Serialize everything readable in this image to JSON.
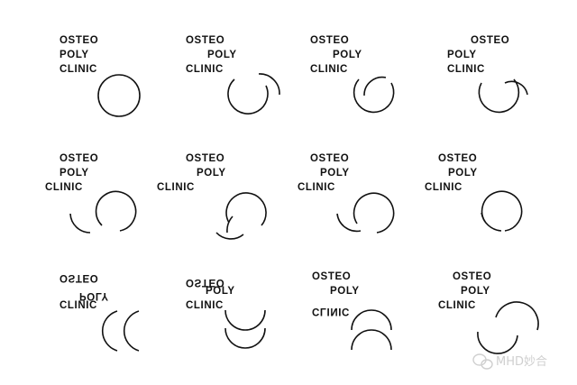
{
  "variants": [
    {
      "line1": "OSTEO",
      "line2": "POLY",
      "line3": "CLINIC"
    },
    {
      "line1": "OSTEO",
      "line2": "POLY",
      "line3": "CLINIC"
    },
    {
      "line1": "OSTEO",
      "line2": "POLY",
      "line3": "CLINIC"
    },
    {
      "line1": "OSTEO",
      "line2": "POLY",
      "line3": "CLINIC"
    },
    {
      "line1": "OSTEO",
      "line2": "POLY",
      "line3": "CLINIC"
    },
    {
      "line1": "OSTEO",
      "line2": "POLY",
      "line3": "CLINIC"
    },
    {
      "line1": "OSTEO",
      "line2": "POLY",
      "line3": "CLINIC"
    },
    {
      "line1": "OSTEO",
      "line2": "POLY",
      "line3": "CLINIC"
    },
    {
      "line1": "OSTEO",
      "line2": "POLY",
      "line3": "CLINIC"
    },
    {
      "line1": "OSTEO",
      "line2": "POLY",
      "line3": "CLINIC"
    },
    {
      "line1": "OSTEO",
      "line2": "POLY",
      "line3": "CLINIC"
    },
    {
      "line1": "OSTEO",
      "line2": "POLY",
      "line3": "CLINIC"
    }
  ],
  "watermark": {
    "text": "MHD妙合",
    "icon": "wechat-icon"
  }
}
